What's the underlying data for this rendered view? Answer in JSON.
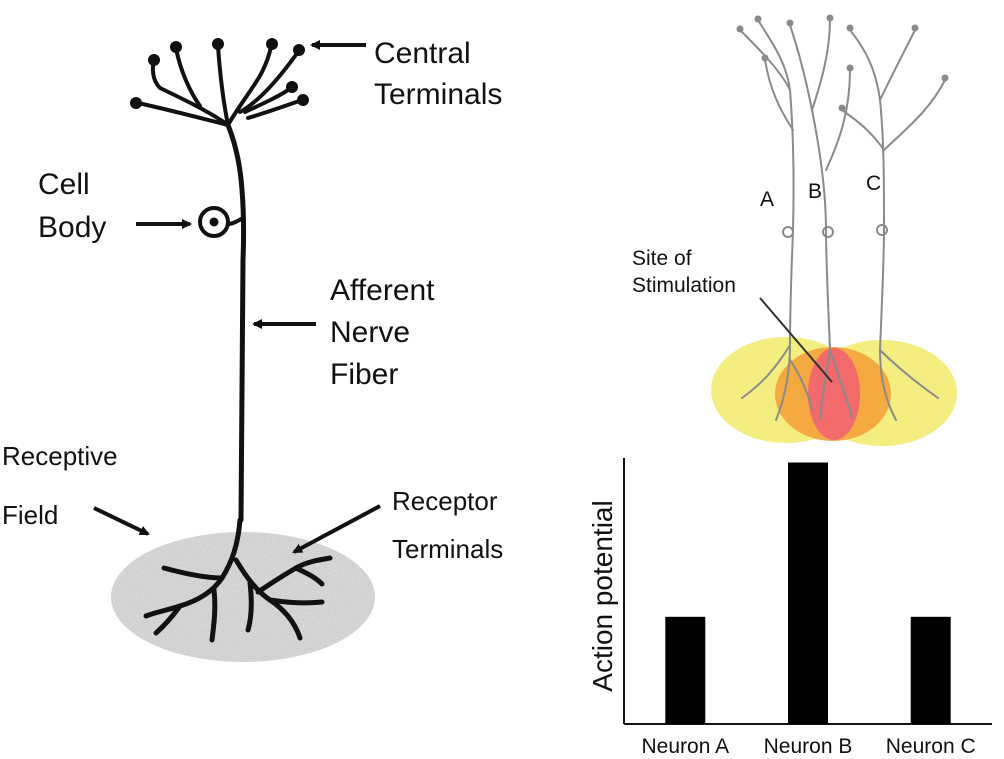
{
  "left_panel": {
    "central_terminals": [
      "Central",
      "Terminals"
    ],
    "cell_body": [
      "Cell",
      "Body"
    ],
    "afferent_fiber": [
      "Afferent",
      "Nerve",
      "Fiber"
    ],
    "receptive_field": [
      "Receptive",
      "Field"
    ],
    "receptor_terminals": [
      "Receptor",
      "Terminals"
    ]
  },
  "right_panel": {
    "neuron_letters": [
      "A",
      "B",
      "C"
    ],
    "stimulation_site": [
      "Site of",
      "Stimulation"
    ],
    "field_colors": {
      "outer": "#f2ea6a",
      "middle": "#f5a23a",
      "center": "#f26a6a"
    }
  },
  "chart_data": {
    "type": "bar",
    "categories": [
      "Neuron A",
      "Neuron B",
      "Neuron C"
    ],
    "values": [
      0.41,
      1.0,
      0.41
    ],
    "ylabel": "Action potential",
    "ylim": [
      0,
      1.04
    ],
    "bar_color": "#000000"
  }
}
